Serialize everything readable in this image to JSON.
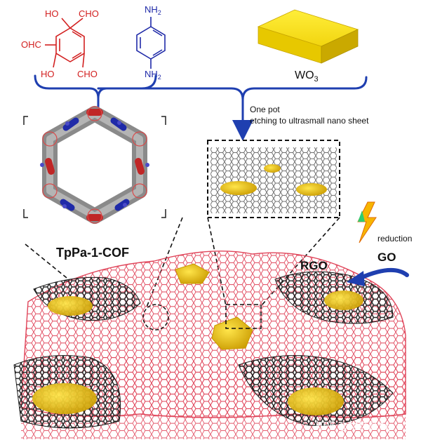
{
  "molecules": {
    "triformyl": {
      "groups": {
        "ho_top": "HO",
        "cho_top": "CHO",
        "ohc_left": "OHC",
        "ho_bottom": "HO",
        "cho_bottom": "CHO"
      },
      "color": "#d21f1f"
    },
    "diamine": {
      "groups": {
        "nh2_top": "NH",
        "nh2_top_sub": "2",
        "nh2_bottom": "NH",
        "nh2_bottom_sub": "2"
      },
      "color": "#1f2aa8"
    }
  },
  "wo3": {
    "label": "WO",
    "label_sub": "3",
    "color": "#f3dc12"
  },
  "process": {
    "line1": "One pot",
    "line2": "etching to ultrasmall nano sheet"
  },
  "cof": {
    "label": "TpPa-1-COF"
  },
  "reduction": {
    "label": "reduction",
    "icon": "lightning-bolt-icon"
  },
  "rgo": {
    "label": "RGO"
  },
  "go": {
    "label": "GO"
  },
  "watermark": {
    "text": "知乎 @材料最Top"
  },
  "colors": {
    "bracket_blue": "#1f3fb0",
    "graphene_red": "#e0455a",
    "rgo_dark": "#2b2b2b",
    "nanosheet_yellow": "#f1c40f"
  }
}
